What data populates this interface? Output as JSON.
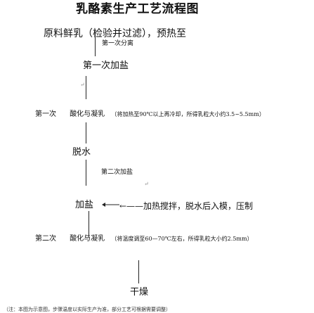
{
  "title": "乳酪素生产工艺流程图",
  "intro": "原料鲜乳（检验并过滤），预热至",
  "steps": {
    "separation": "第一次分离",
    "first_salt": "第一次加盐",
    "step1": "第一次",
    "step1_op": "酸化与凝乳",
    "step1_detail": "（将加热至90℃以上再冷却，所得乳粒大小约3.5~5.5mm）",
    "dehydrate": "脱水",
    "second_salt": "第二次加盐",
    "salt2_process": "加盐",
    "salt2_note": "←——加热搅拌，脱水后入模，压制",
    "step2": "第二次",
    "step2_op": "酸化与凝乳",
    "step2_detail": "（将温度调至60—70℃左右，所得乳粒大小约2.5mm）",
    "final_dry": "干燥"
  },
  "footer": "（注：本图为示意图，步骤温度以实际生产为准，部分工艺可根据需要调整）",
  "colors": {
    "ink": "#111111",
    "line": "#222222",
    "mark": "#888888"
  }
}
